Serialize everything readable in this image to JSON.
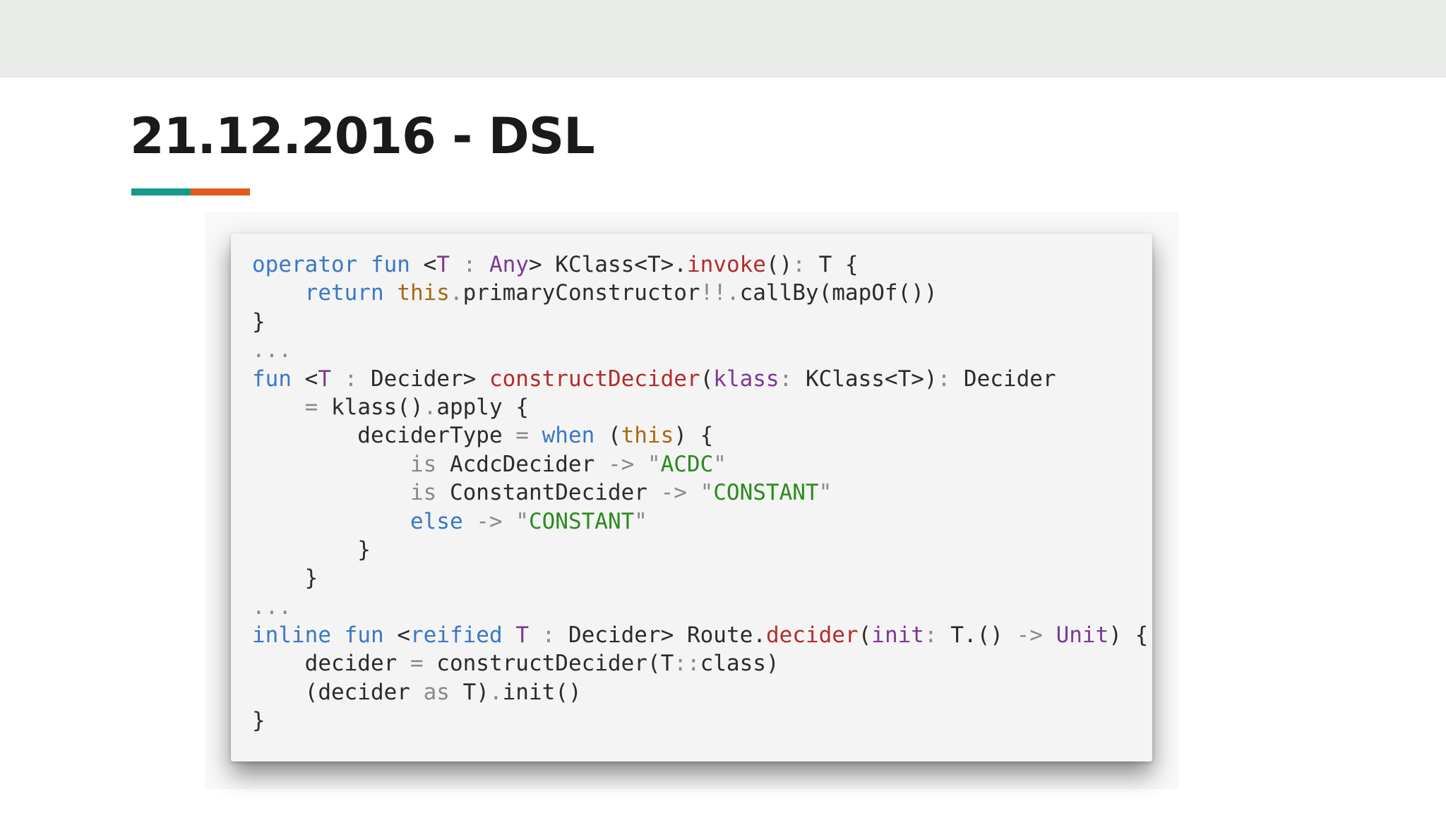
{
  "slide": {
    "title": "21.12.2016 - DSL",
    "accent_colors": [
      "#159b8c",
      "#e15a1e"
    ]
  },
  "code": {
    "language": "kotlin",
    "lines": [
      [
        [
          "kw",
          "operator"
        ],
        [
          "pl",
          " "
        ],
        [
          "kw",
          "fun"
        ],
        [
          "pl",
          " <"
        ],
        [
          "tp",
          "T"
        ],
        [
          "op",
          " : "
        ],
        [
          "tp",
          "Any"
        ],
        [
          "pl",
          "> KClass<T>."
        ],
        [
          "fn",
          "invoke"
        ],
        [
          "pl",
          "()"
        ],
        [
          "op",
          ":"
        ],
        [
          "pl",
          " T {"
        ]
      ],
      [
        [
          "pl",
          "    "
        ],
        [
          "kw",
          "return"
        ],
        [
          "pl",
          " "
        ],
        [
          "this",
          "this"
        ],
        [
          "op",
          "."
        ],
        [
          "pl",
          "primaryConstructor"
        ],
        [
          "op",
          "!!."
        ],
        [
          "pl",
          "callBy(mapOf())"
        ]
      ],
      [
        [
          "pl",
          "}"
        ]
      ],
      [
        [
          "op",
          "..."
        ]
      ],
      [
        [
          "kw",
          "fun"
        ],
        [
          "pl",
          " <"
        ],
        [
          "tp",
          "T"
        ],
        [
          "op",
          " : "
        ],
        [
          "pl",
          "Decider> "
        ],
        [
          "fn",
          "constructDecider"
        ],
        [
          "pl",
          "("
        ],
        [
          "tp",
          "klass"
        ],
        [
          "op",
          ":"
        ],
        [
          "pl",
          " KClass<T>)"
        ],
        [
          "op",
          ":"
        ],
        [
          "pl",
          " Decider"
        ]
      ],
      [
        [
          "pl",
          "    "
        ],
        [
          "op",
          "="
        ],
        [
          "pl",
          " klass()"
        ],
        [
          "op",
          "."
        ],
        [
          "pl",
          "apply {"
        ]
      ],
      [
        [
          "pl",
          "        deciderType "
        ],
        [
          "op",
          "="
        ],
        [
          "pl",
          " "
        ],
        [
          "kw",
          "when"
        ],
        [
          "pl",
          " ("
        ],
        [
          "this",
          "this"
        ],
        [
          "pl",
          ") {"
        ]
      ],
      [
        [
          "pl",
          "            "
        ],
        [
          "op",
          "is"
        ],
        [
          "pl",
          " AcdcDecider "
        ],
        [
          "op",
          "->"
        ],
        [
          "pl",
          " "
        ],
        [
          "op",
          "\""
        ],
        [
          "str",
          "ACDC"
        ],
        [
          "op",
          "\""
        ]
      ],
      [
        [
          "pl",
          "            "
        ],
        [
          "op",
          "is"
        ],
        [
          "pl",
          " ConstantDecider "
        ],
        [
          "op",
          "->"
        ],
        [
          "pl",
          " "
        ],
        [
          "op",
          "\""
        ],
        [
          "str",
          "CONSTANT"
        ],
        [
          "op",
          "\""
        ]
      ],
      [
        [
          "pl",
          "            "
        ],
        [
          "kw",
          "else"
        ],
        [
          "pl",
          " "
        ],
        [
          "op",
          "->"
        ],
        [
          "pl",
          " "
        ],
        [
          "op",
          "\""
        ],
        [
          "str",
          "CONSTANT"
        ],
        [
          "op",
          "\""
        ]
      ],
      [
        [
          "pl",
          "        }"
        ]
      ],
      [
        [
          "pl",
          "    }"
        ]
      ],
      [
        [
          "op",
          "..."
        ]
      ],
      [
        [
          "kw",
          "inline"
        ],
        [
          "pl",
          " "
        ],
        [
          "kw",
          "fun"
        ],
        [
          "pl",
          " <"
        ],
        [
          "kw",
          "reified"
        ],
        [
          "pl",
          " "
        ],
        [
          "tp",
          "T"
        ],
        [
          "op",
          " : "
        ],
        [
          "pl",
          "Decider> Route."
        ],
        [
          "fn",
          "decider"
        ],
        [
          "pl",
          "("
        ],
        [
          "tp",
          "init"
        ],
        [
          "op",
          ":"
        ],
        [
          "pl",
          " T.() "
        ],
        [
          "op",
          "->"
        ],
        [
          "pl",
          " "
        ],
        [
          "tp",
          "Unit"
        ],
        [
          "pl",
          ") {"
        ]
      ],
      [
        [
          "pl",
          "    decider "
        ],
        [
          "op",
          "="
        ],
        [
          "pl",
          " constructDecider(T"
        ],
        [
          "op",
          "::"
        ],
        [
          "pl",
          "class)"
        ]
      ],
      [
        [
          "pl",
          "    (decider "
        ],
        [
          "op",
          "as"
        ],
        [
          "pl",
          " T)"
        ],
        [
          "op",
          "."
        ],
        [
          "pl",
          "init()"
        ]
      ],
      [
        [
          "pl",
          "}"
        ]
      ]
    ]
  }
}
